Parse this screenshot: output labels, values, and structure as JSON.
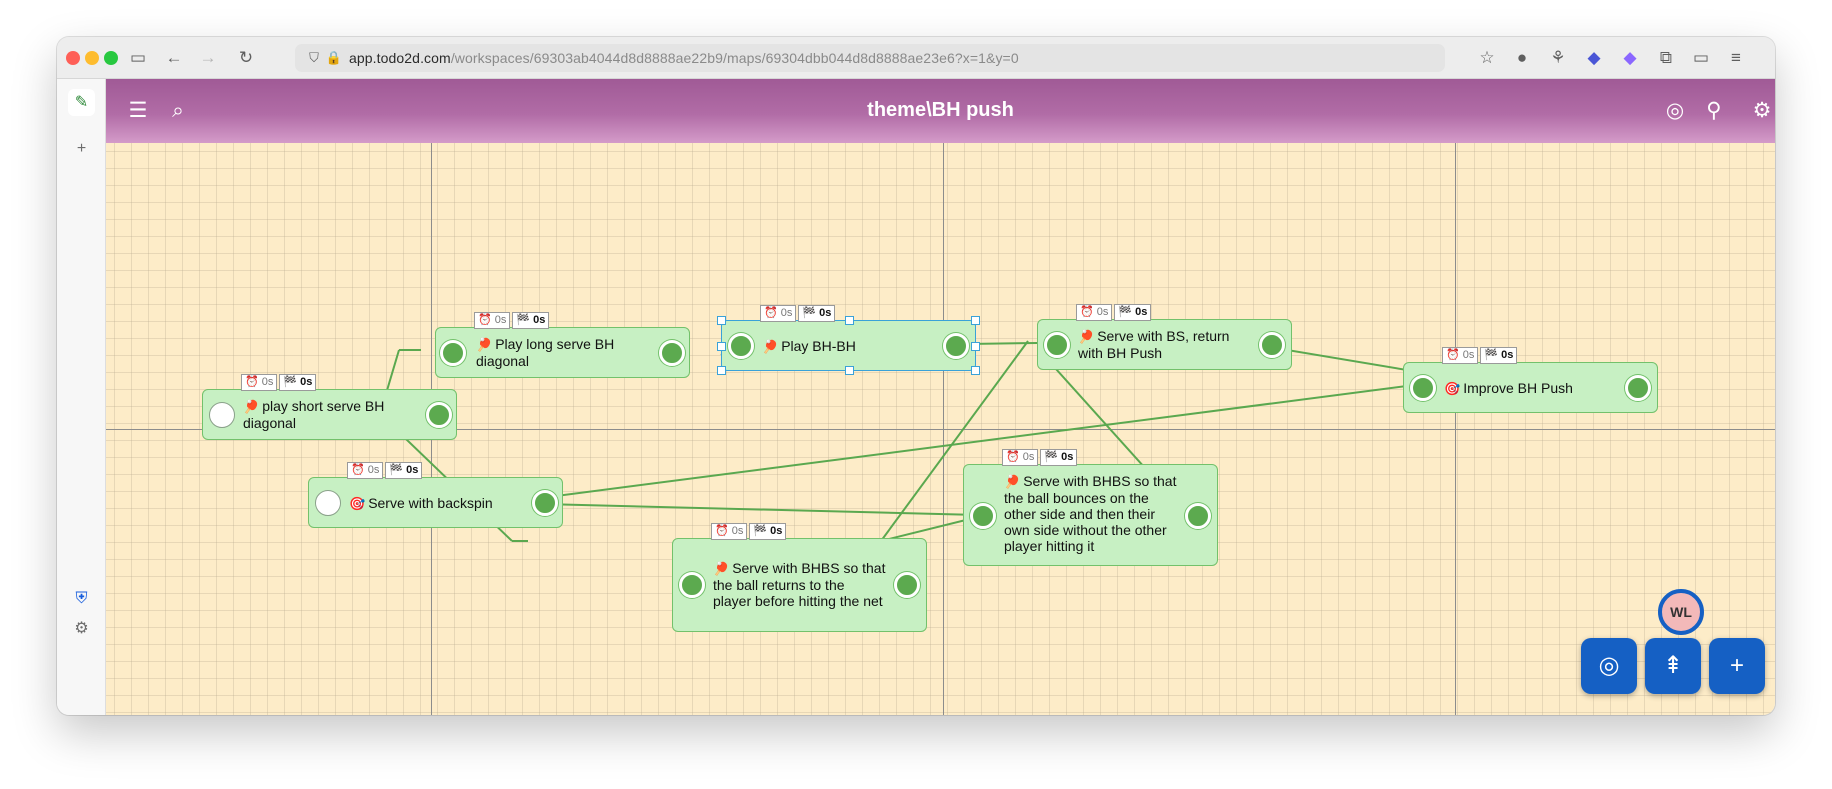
{
  "browser": {
    "url_host": "app.todo2d.com",
    "url_path": "/workspaces/69303ab4044d8d8888ae22b9/maps/69304dbb044d8d8888ae23e6?x=1&y=0"
  },
  "app": {
    "title": "theme\\BH push",
    "avatar_initials": "WL"
  },
  "icons": {
    "menu": "☰",
    "search": "⌕",
    "target": "◎",
    "filter": "⚲",
    "settings": "⚙",
    "plus": "+",
    "trees": "⇞"
  },
  "nodes": [
    {
      "id": "n1",
      "label": "Play long serve BH diagonal",
      "emoji": "🏓",
      "time": "0s",
      "flag": "0s"
    },
    {
      "id": "n2",
      "label": "Play BH-BH",
      "emoji": "🏓",
      "time": "0s",
      "flag": "0s"
    },
    {
      "id": "n3",
      "label": "Serve with BS, return with BH Push",
      "emoji": "🏓",
      "time": "0s",
      "flag": "0s"
    },
    {
      "id": "n4",
      "label": "Improve BH Push",
      "emoji": "🎯",
      "time": "0s",
      "flag": "0s"
    },
    {
      "id": "n5",
      "label": "play short serve BH diagonal",
      "emoji": "🏓",
      "time": "0s",
      "flag": "0s"
    },
    {
      "id": "n6",
      "label": "Serve with backspin",
      "emoji": "🎯",
      "time": "0s",
      "flag": "0s"
    },
    {
      "id": "n7",
      "label": "Serve with BHBS so that the ball bounces on the other side and then their own side without the other player hitting it",
      "emoji": "🏓",
      "time": "0s",
      "flag": "0s"
    },
    {
      "id": "n8",
      "label": "Serve with BHBS so that the ball returns to the player before hitting the net",
      "emoji": "🏓",
      "time": "0s",
      "flag": "0s"
    }
  ],
  "colors": {
    "header": "#b16ca6",
    "canvas": "#fdecc8",
    "node_fill": "#c7f0c3",
    "port": "#5caa4f",
    "fab": "#1560c4"
  }
}
